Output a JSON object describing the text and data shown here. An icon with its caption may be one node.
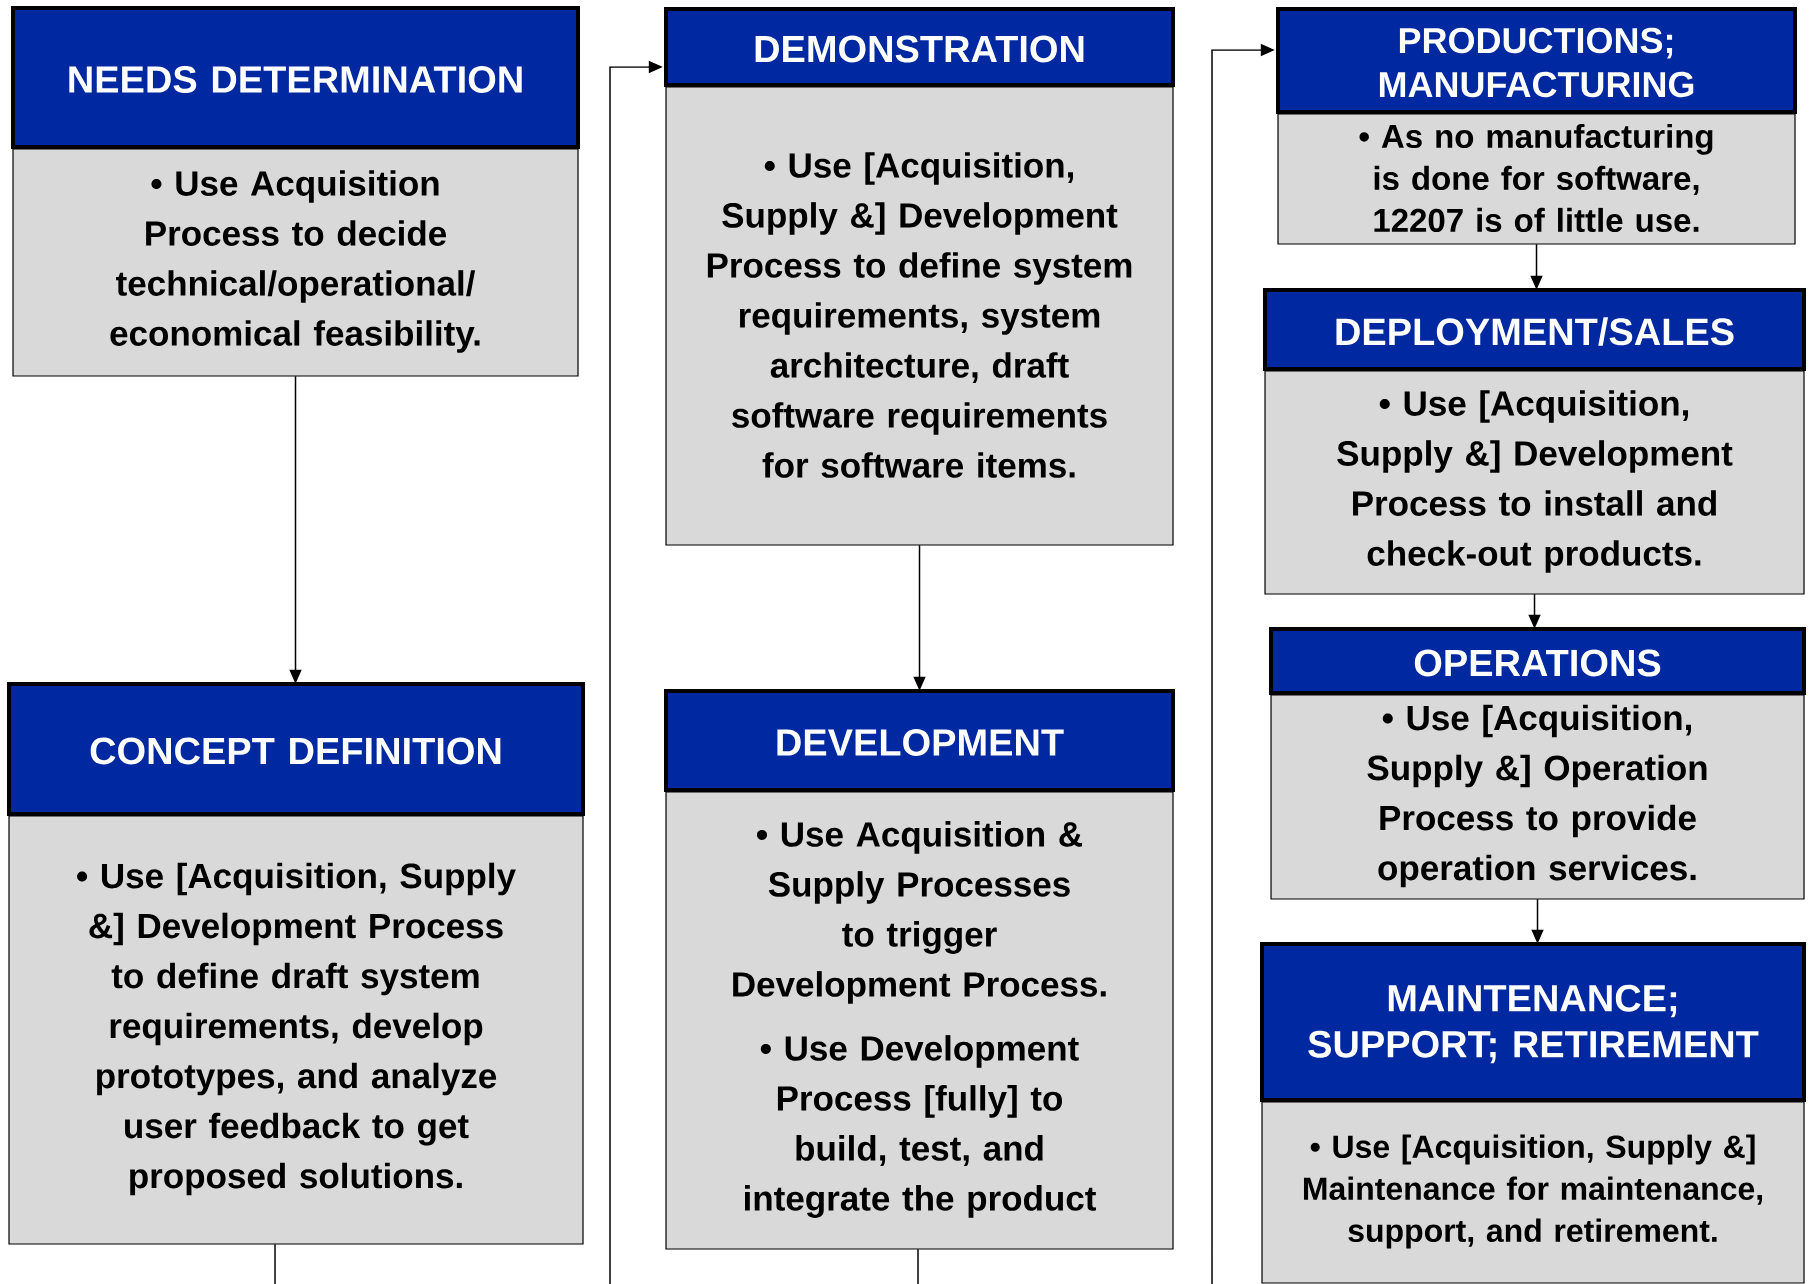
{
  "diagram": {
    "nodes": [
      {
        "text": [
          "NEEDS DETERMINATION",
          "• Use Acquisition Process to decide technical/operational/ economical feasibility."
        ]
      },
      {
        "text": [
          "CONCEPT DEFINITION",
          "• Use [Acquisition, Supply &] Development Process to define draft system requirements, develop prototypes, and analyze user feedback to get proposed solutions."
        ]
      },
      {
        "text": [
          "DEMONSTRATION",
          "• Use [Acquisition, Supply &] Development Process to define system requirements, system architecture, draft software requirements for software items."
        ]
      },
      {
        "text": [
          "DEVELOPMENT",
          "• Use Acquisition & Supply Processes to trigger Development Process.",
          "• Use Development Process [fully] to build, test, and integrate the product"
        ]
      },
      {
        "text": [
          "PRODUCTIONS; MANUFACTURING",
          "• As no manufacturing is done for software, 12207 is of little use."
        ]
      },
      {
        "text": [
          "DEPLOYMENT/SALES",
          "• Use [Acquisition, Supply &] Development Process to install and check-out products."
        ]
      },
      {
        "text": [
          "OPERATIONS",
          "• Use [Acquisition, Supply &] Operation Process to provide operation services."
        ]
      },
      {
        "text": [
          "MAINTENANCE; SUPPORT; RETIREMENT",
          "• Use [Acquisition, Supply &] Maintenance for maintenance, support, and retirement."
        ]
      }
    ],
    "edges": [
      {
        "from": 0,
        "to": 1,
        "arrow": "to"
      },
      {
        "from": 1,
        "to": 2,
        "arrow": "to"
      },
      {
        "from": 2,
        "to": 3,
        "arrow": "to"
      },
      {
        "from": 3,
        "to": 4,
        "arrow": "to"
      },
      {
        "from": 4,
        "to": 5,
        "arrow": "to"
      },
      {
        "from": 5,
        "to": 6,
        "arrow": "to"
      },
      {
        "from": 6,
        "to": 7,
        "arrow": "to"
      }
    ]
  }
}
